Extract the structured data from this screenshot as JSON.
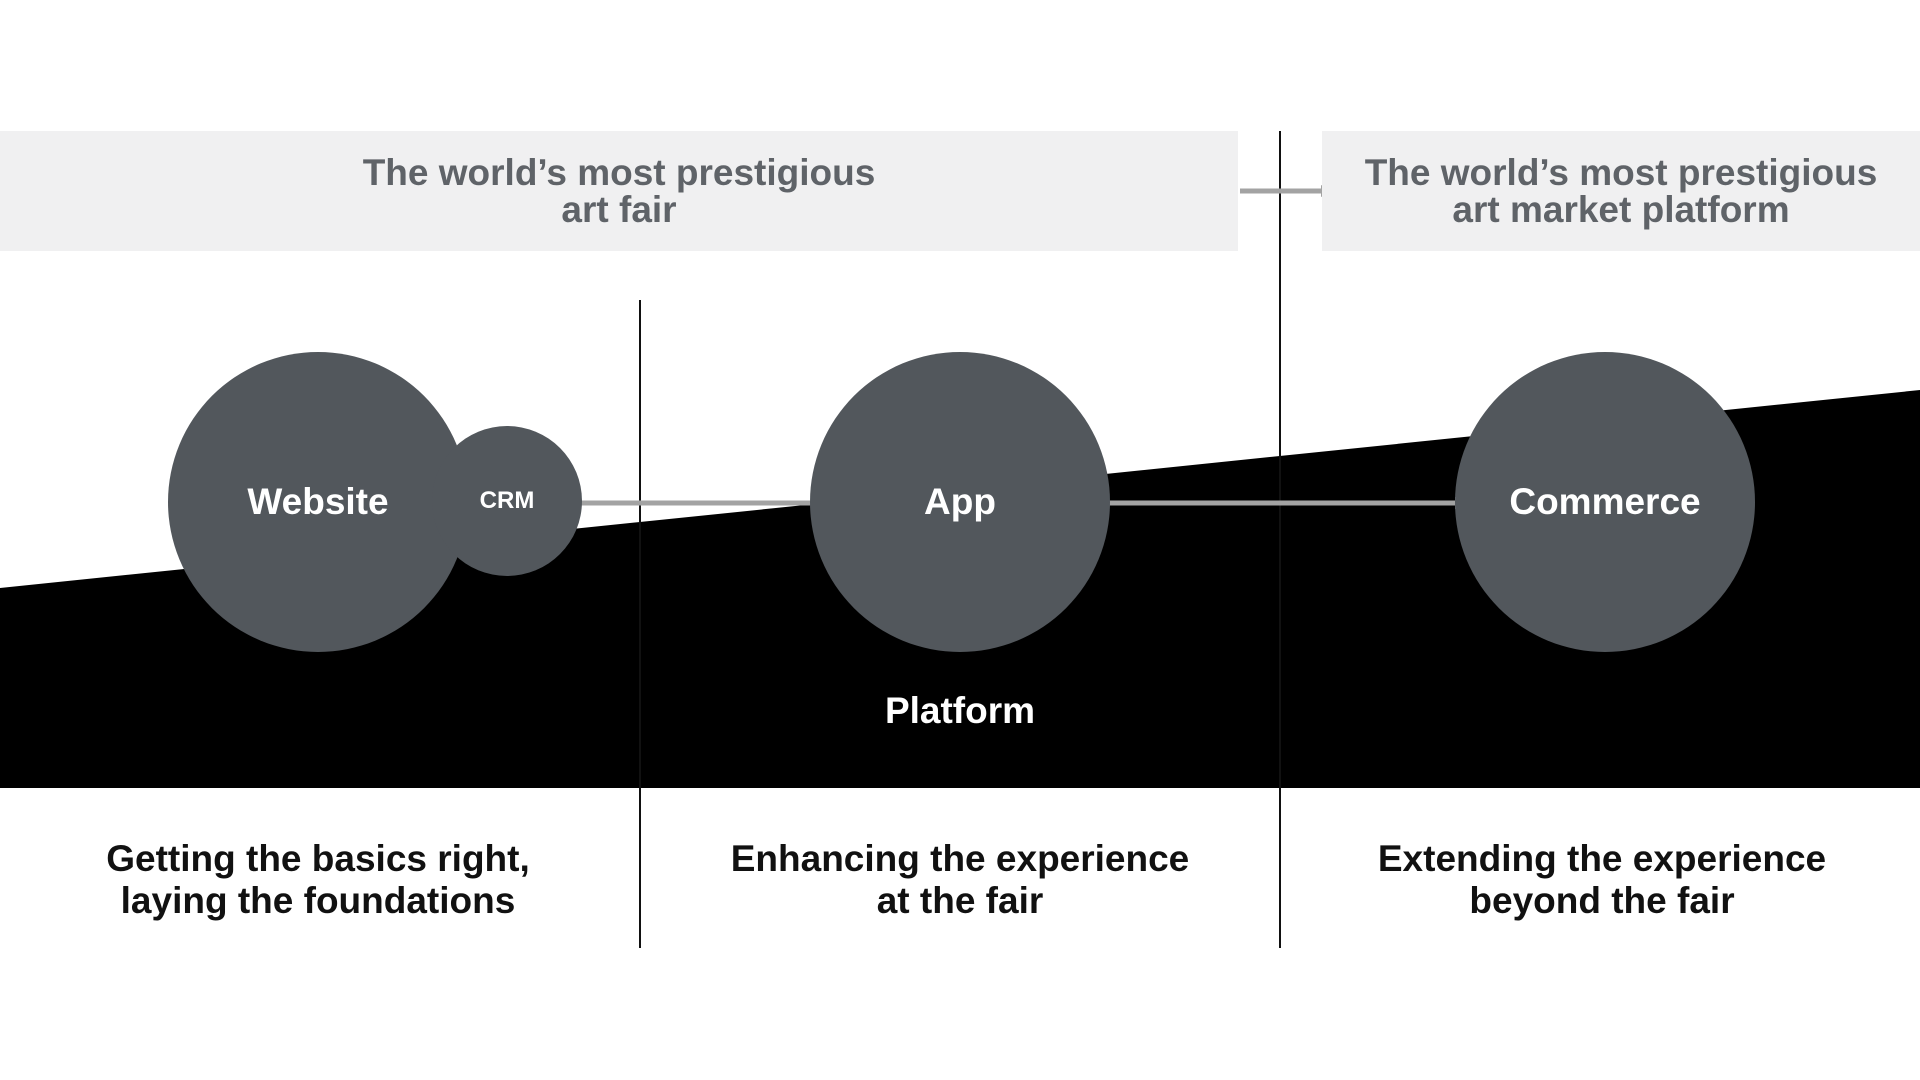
{
  "banners": {
    "current": {
      "line1": "The world’s most prestigious",
      "line2": "art fair"
    },
    "future": {
      "line1": "The world’s most prestigious",
      "line2": "art market platform"
    }
  },
  "nodes": {
    "website": "Website",
    "crm": "CRM",
    "app": "App",
    "commerce": "Commerce"
  },
  "platform_label": "Platform",
  "phases": [
    {
      "line1": "Getting the basics right,",
      "line2": "laying the foundations"
    },
    {
      "line1": "Enhancing the experience",
      "line2": "at the fair"
    },
    {
      "line1": "Extending the experience",
      "line2": "beyond the fair"
    }
  ],
  "colors": {
    "banner_bg": "#f0f0f1",
    "banner_text": "#5f6368",
    "node_fill": "#52575c",
    "platform": "#000000",
    "arrow": "#a3a3a3",
    "divider": "#111111"
  }
}
